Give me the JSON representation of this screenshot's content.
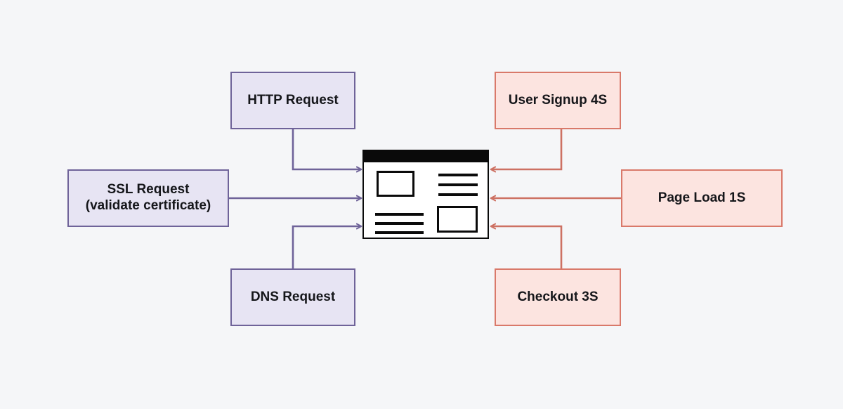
{
  "diagram": {
    "title": "Website request and user-journey timing diagram",
    "background_color": "#f5f6f8",
    "palette": {
      "request_fill": "#e7e4f3",
      "request_border": "#6f6399",
      "journey_fill": "#fce4e0",
      "journey_border": "#d9796a",
      "mockup_stroke": "#0a0a0a",
      "text": "#15161a"
    }
  },
  "left_nodes": [
    {
      "id": "http",
      "label": "HTTP Request",
      "group": "request"
    },
    {
      "id": "ssl",
      "label_line1": "SSL Request",
      "label_line2": "(validate certificate)",
      "group": "request"
    },
    {
      "id": "dns",
      "label": "DNS Request",
      "group": "request"
    }
  ],
  "right_nodes": [
    {
      "id": "signup",
      "label": "User Signup 4S",
      "group": "journey"
    },
    {
      "id": "pageload",
      "label": "Page Load 1S",
      "group": "journey"
    },
    {
      "id": "checkout",
      "label": "Checkout 3S",
      "group": "journey"
    }
  ],
  "center": {
    "id": "browser-mockup",
    "name": "browser-window-mockup",
    "titlebar_color": "#0a0a0a",
    "content_blocks": [
      {
        "name": "image-placeholder-top-left",
        "type": "box"
      },
      {
        "name": "text-lines-bottom-left",
        "type": "lines",
        "count": 3
      },
      {
        "name": "text-lines-top-right",
        "type": "lines",
        "count": 3
      },
      {
        "name": "image-placeholder-bottom-right",
        "type": "box"
      }
    ]
  },
  "connectors": [
    {
      "from": "http",
      "to": "browser-mockup",
      "color": "#6f6399",
      "direction": "right",
      "arrowhead": "at-target"
    },
    {
      "from": "ssl",
      "to": "browser-mockup",
      "color": "#6f6399",
      "direction": "right",
      "arrowhead": "at-target"
    },
    {
      "from": "dns",
      "to": "browser-mockup",
      "color": "#6f6399",
      "direction": "right",
      "arrowhead": "at-target"
    },
    {
      "from": "signup",
      "to": "browser-mockup",
      "color": "#cd7163",
      "direction": "left",
      "arrowhead": "at-target"
    },
    {
      "from": "pageload",
      "to": "browser-mockup",
      "color": "#cd7163",
      "direction": "left",
      "arrowhead": "at-target"
    },
    {
      "from": "checkout",
      "to": "browser-mockup",
      "color": "#cd7163",
      "direction": "left",
      "arrowhead": "at-target"
    }
  ]
}
